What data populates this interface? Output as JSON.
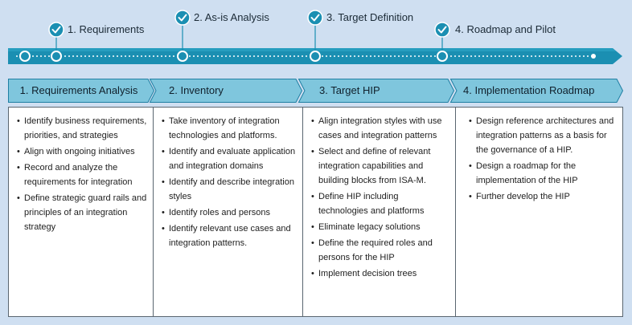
{
  "colors": {
    "background": "#cfdff1",
    "timeline": "#1b8fb2",
    "timeline_dark": "#156f8c",
    "header_fill": "#7fc6dd",
    "header_stroke": "#1f7fa3",
    "check_circle": "#1b8fb2"
  },
  "milestones": [
    {
      "label": "1. Requirements",
      "icon": "check-icon"
    },
    {
      "label": "2. As-is Analysis",
      "icon": "check-icon"
    },
    {
      "label": "3. Target Definition",
      "icon": "check-icon"
    },
    {
      "label": "4. Roadmap and Pilot",
      "icon": "check-icon"
    }
  ],
  "phases": [
    {
      "title": "1. Requirements Analysis",
      "items": [
        "Identify business requirements, priorities, and strategies",
        "Align with ongoing initiatives",
        "Record and analyze the requirements for integration",
        "Define strategic guard rails and principles of an integration strategy"
      ]
    },
    {
      "title": "2. Inventory",
      "items": [
        "Take inventory of integration technologies and platforms.",
        "Identify and evaluate application and integration domains",
        "Identify and describe integration styles",
        "Identify roles and persons",
        "Identify relevant use cases and integration patterns."
      ]
    },
    {
      "title": "3. Target HIP",
      "items": [
        "Align integration styles with use cases and integration patterns",
        "Select and define of relevant integration capabilities and building blocks from ISA-M.",
        "Define HIP including technologies and platforms",
        "Eliminate legacy solutions",
        "Define the required roles and persons for the HIP",
        "Implement decision trees"
      ]
    },
    {
      "title": "4. Implementation Roadmap",
      "items": [
        "Design reference architectures and integration patterns as a basis for the governance of a HIP.",
        "Design a roadmap for the implementation of the HIP",
        "Further develop the HIP"
      ]
    }
  ]
}
